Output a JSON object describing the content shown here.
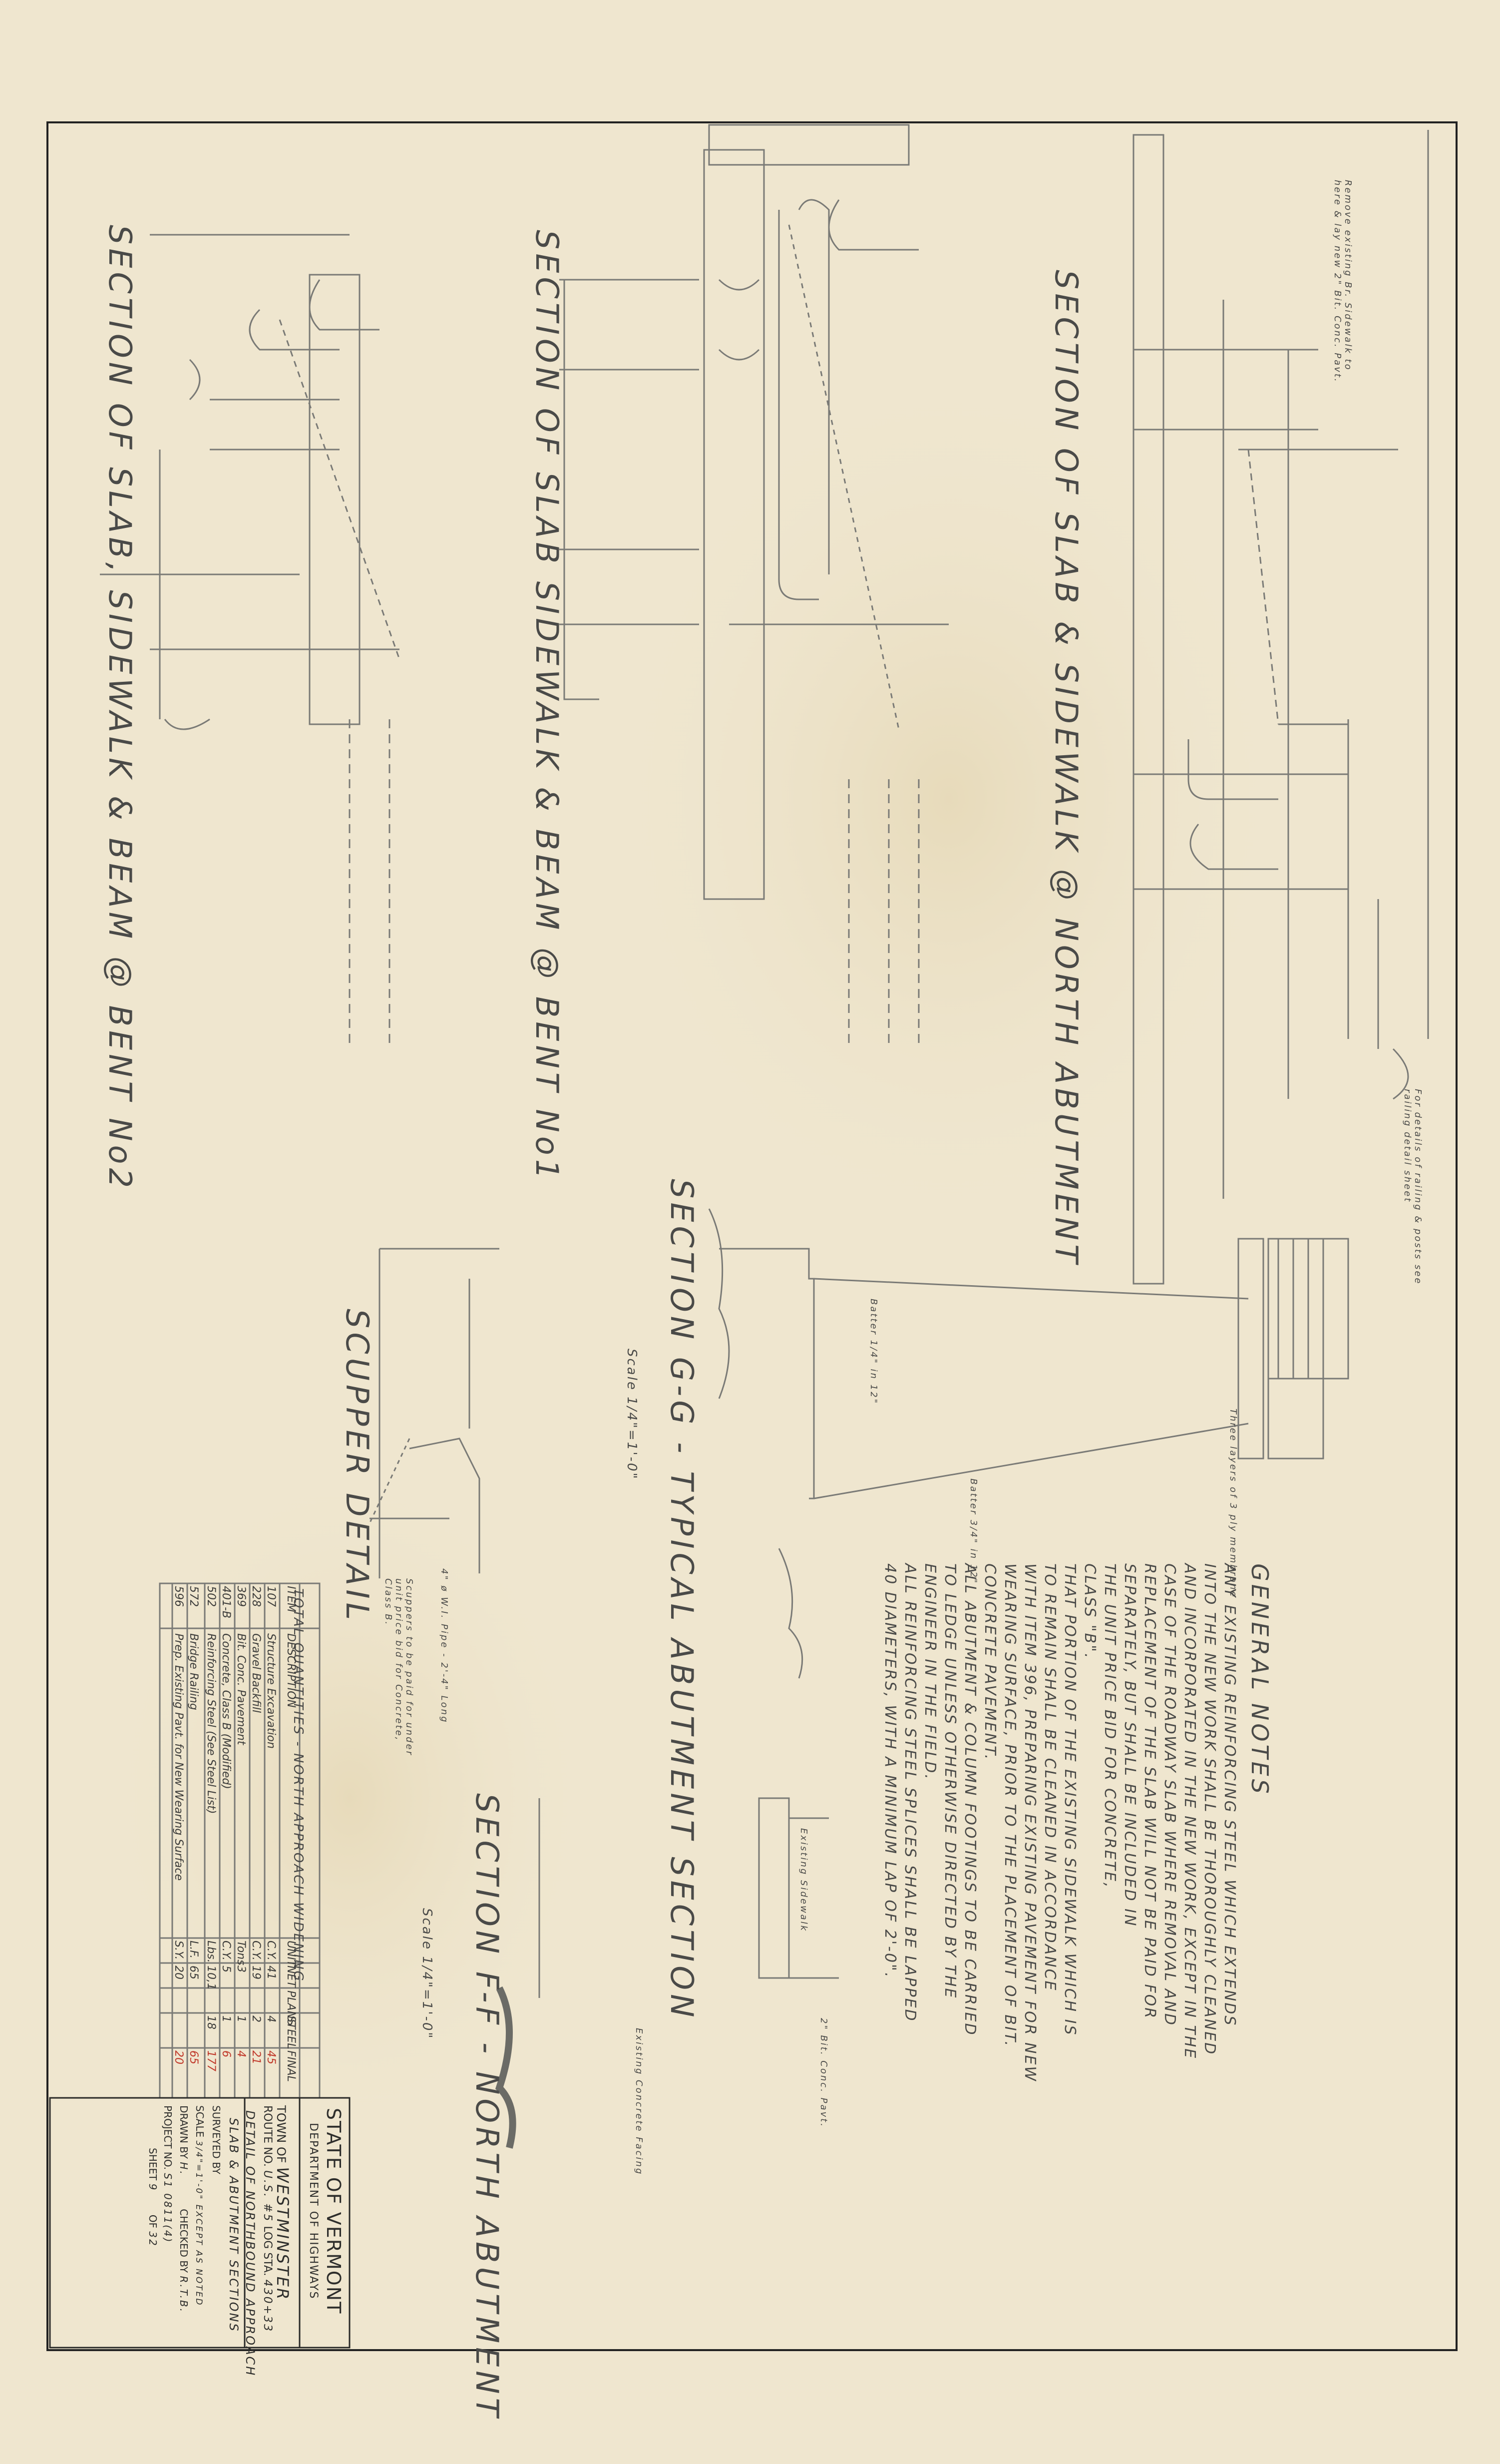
{
  "sections": {
    "bent2": "SECTION OF SLAB, SIDEWALK & BEAM @ BENT No2",
    "bent1": "SECTION OF SLAB SIDEWALK & BEAM @ BENT No1",
    "north_abut": "SECTION OF SLAB & SIDEWALK @ NORTH ABUTMENT",
    "section_gg": "SECTION G-G - TYPICAL ABUTMENT SECTION",
    "section_gg_scale": "Scale 1/4\"=1'-0\"",
    "section_ff": "SECTION F-F - NORTH ABUTMENT",
    "section_ff_scale": "Scale 1/4\"=1'-0\"",
    "scupper": "SCUPPER DETAIL"
  },
  "notes": {
    "title": "GENERAL NOTES",
    "lines": [
      "ANY EXISTING REINFORCING STEEL WHICH EXTENDS",
      "INTO THE NEW WORK SHALL BE THOROUGHLY CLEANED",
      "AND INCORPORATED IN THE NEW WORK, EXCEPT IN THE",
      "CASE OF THE ROADWAY SLAB WHERE REMOVAL AND",
      "REPLACEMENT OF THE SLAB WILL NOT BE PAID FOR",
      "SEPARATELY, BUT SHALL BE INCLUDED IN",
      "THE UNIT PRICE BID FOR CONCRETE,",
      "CLASS \"B\".",
      "THAT PORTION OF THE EXISTING SIDEWALK WHICH IS",
      "TO REMAIN SHALL BE CLEANED IN ACCORDANCE",
      "WITH ITEM 396, PREPARING EXISTING PAVEMENT FOR NEW",
      "WEARING SURFACE, PRIOR TO THE PLACEMENT OF BIT.",
      "CONCRETE PAVEMENT.",
      "ALL ABUTMENT & COLUMN FOOTINGS TO BE CARRIED",
      "TO LEDGE UNLESS OTHERWISE DIRECTED BY THE",
      "ENGINEER IN THE FIELD.",
      "ALL REINFORCING STEEL SPLICES SHALL BE LAPPED",
      "40 DIAMETERS, WITH A MINIMUM LAP OF 2'-0\"."
    ]
  },
  "quantities": {
    "title": "TOTAL QUANTITIES - NORTH APPROACH WIDENING",
    "headers": [
      "ITEM",
      "DESCRIPTION",
      "UNIT",
      "NET",
      "PLANS",
      "STEEL",
      "FINAL"
    ],
    "rows": [
      [
        "107",
        "Structure Excavation",
        "C.Y.",
        "41",
        "",
        "4",
        "45"
      ],
      [
        "228",
        "Gravel Backfill",
        "C.Y.",
        "19",
        "",
        "2",
        "21"
      ],
      [
        "369",
        "Bit. Conc. Pavement",
        "Tons",
        "3",
        "",
        "1",
        "4"
      ],
      [
        "401-B",
        "Concrete, Class B (Modified)",
        "C.Y.",
        "5",
        "",
        "1",
        "6"
      ],
      [
        "502",
        "Reinforcing Steel (See Steel List)",
        "Lbs.",
        "10,1",
        "",
        "18",
        "177"
      ],
      [
        "572",
        "Bridge Railing",
        "L.F.",
        "65",
        "",
        "",
        "65"
      ],
      [
        "596",
        "Prep. Existing Pavt. for New Wearing Surface",
        "S.Y.",
        "20",
        "",
        "",
        "20"
      ]
    ]
  },
  "title_block": {
    "state": "STATE OF VERMONT",
    "dept": "DEPARTMENT OF HIGHWAYS",
    "town_label": "TOWN OF",
    "town": "WESTMINSTER",
    "route_label": "ROUTE NO.",
    "route": "U.S. #5",
    "log_label": "LOG STA.",
    "log": "430+33",
    "desc1": "DETAIL OF NORTHBOUND APPROACH",
    "desc2": "SLAB & ABUTMENT SECTIONS",
    "surveyed_label": "SURVEYED BY",
    "scale_label": "SCALE",
    "scale": "3/4\"=1'-0\" EXCEPT AS NOTED",
    "drawn_label": "DRAWN BY",
    "drawn": "H.",
    "checked_label": "CHECKED BY",
    "checked": "R.T.B.",
    "project_label": "PROJECT NO.",
    "project": "S1 0811(4)",
    "sheet_label": "SHEET",
    "sheet": "9",
    "of_label": "OF",
    "of": "32"
  },
  "callouts": {
    "rem_exist": "Remove existing Br. Sidewalk to here & lay new 2\" Bit. Conc. Pavt.",
    "railing": "For details of railing & posts see railing detail sheet",
    "three_layers": "Three layers of 3 ply membrane",
    "batter1": "Batter 1/4\" in 12\"",
    "batter2": "Batter 3/4\" in 12\"",
    "exist_sidewalk": "Existing Sidewalk",
    "exist_concrete": "Existing Concrete Facing",
    "bit_conc": "2\" Bit. Conc. Pavt.",
    "pipe": "4\" ø W.I. Pipe - 2'-4\" Long",
    "scupper_note": "Scuppers to be paid for under unit price bid for Concrete, Class B."
  },
  "colors": {
    "paper": "#efe6cf",
    "ink": "#4a4a48",
    "accent": "#c0392b"
  }
}
